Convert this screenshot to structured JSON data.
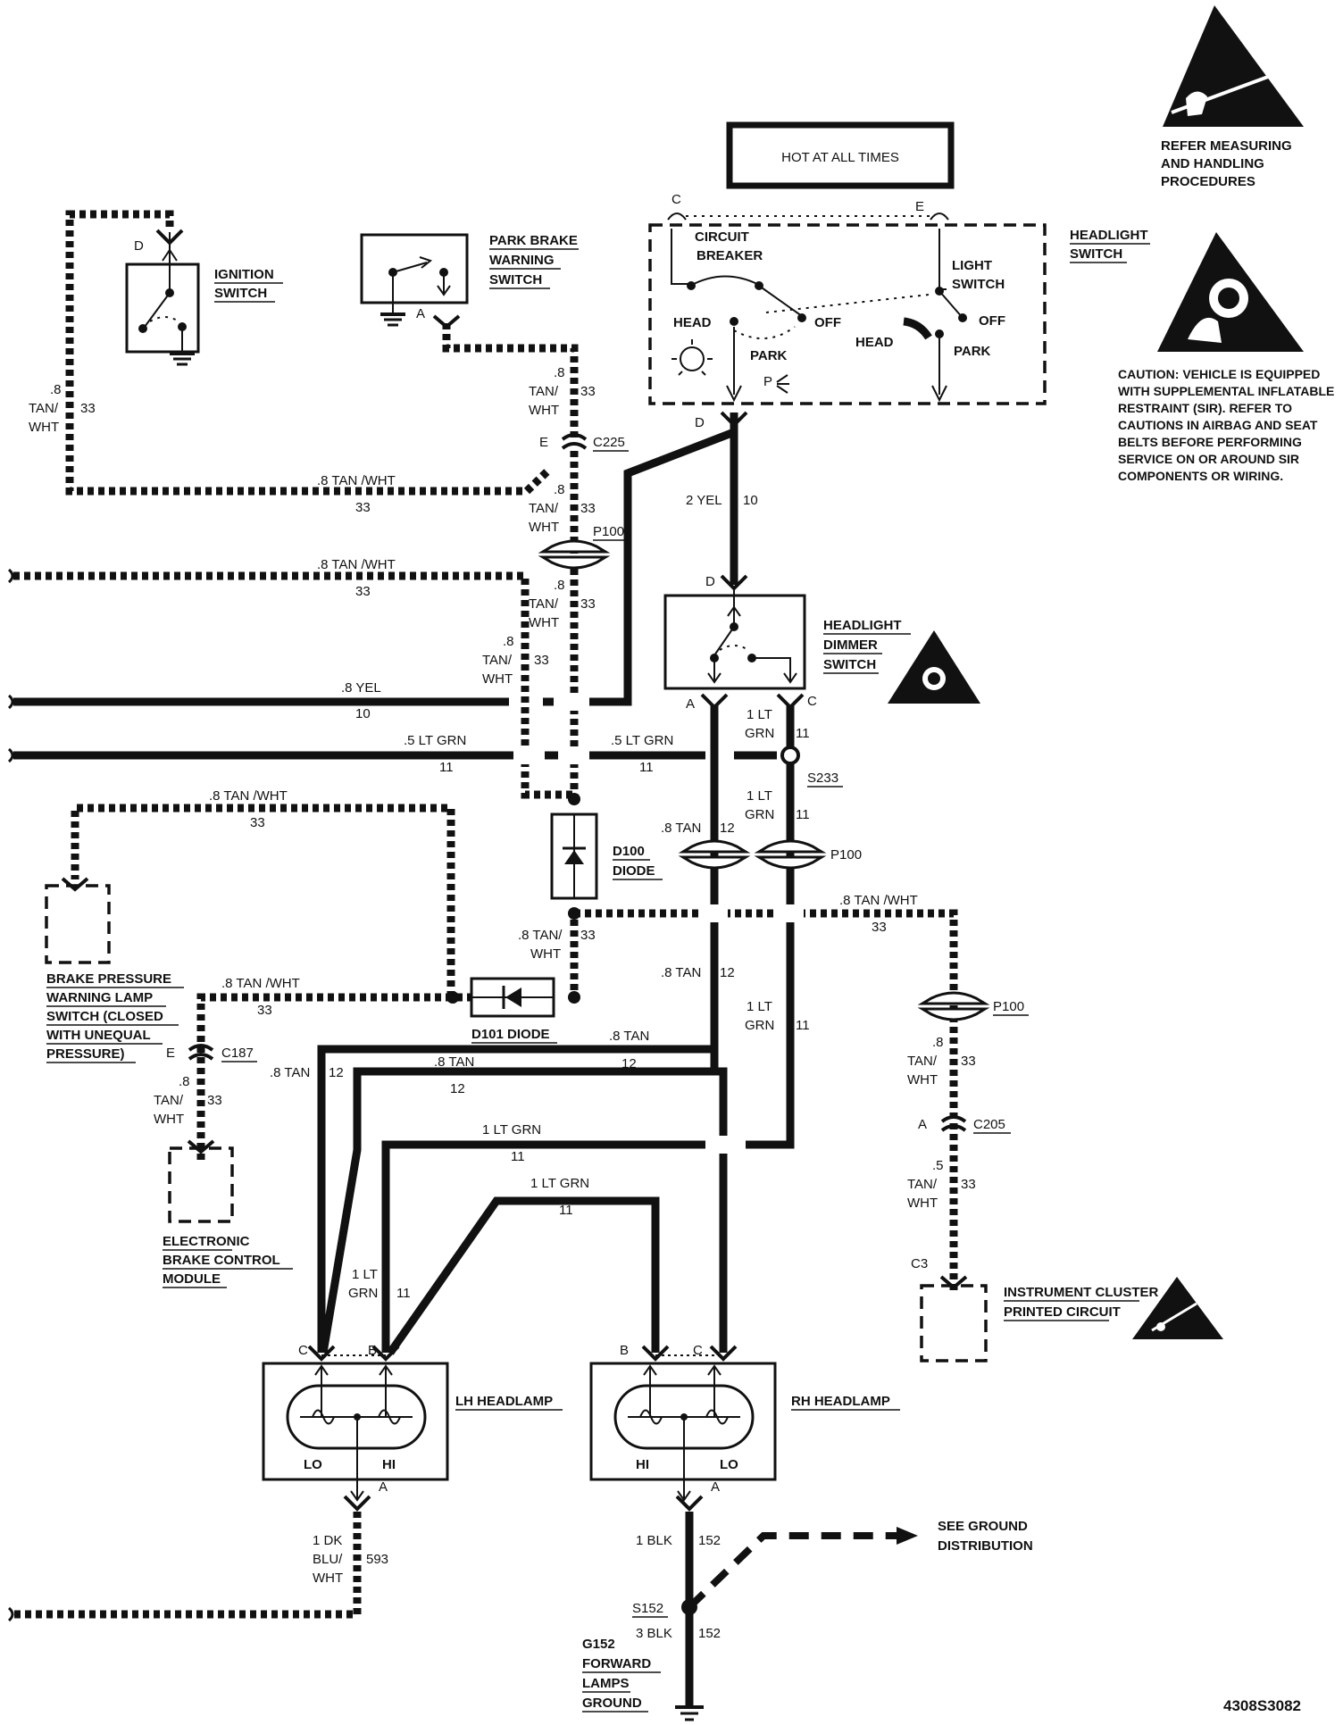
{
  "drawing_id": "4308S3082",
  "hot_box": "HOT AT ALL TIMES",
  "notes": {
    "esd": [
      "REFER MEASURING",
      "AND HANDLING",
      "PROCEDURES"
    ],
    "sir": [
      "CAUTION: VEHICLE  IS  EQUIPPED",
      "WITH SUPPLEMENTAL INFLATABLE",
      "RESTRAINT (SIR). REFER TO",
      "CAUTIONS IN AIRBAG AND SEAT",
      "BELTS BEFORE PERFORMING",
      "SERVICE ON OR AROUND SIR",
      "COMPONENTS   OR WIRING."
    ]
  },
  "components": {
    "ignition_switch": [
      "IGNITION",
      "SWITCH"
    ],
    "park_brake_switch": [
      "PARK BRAKE",
      "WARNING",
      "SWITCH"
    ],
    "headlight_switch": [
      "HEADLIGHT",
      "SWITCH"
    ],
    "circuit_breaker": [
      "CIRCUIT",
      "BREAKER"
    ],
    "light_switch": [
      "LIGHT",
      "SWITCH"
    ],
    "dimmer_switch": [
      "HEADLIGHT",
      "DIMMER",
      "SWITCH"
    ],
    "d100": [
      "D100",
      "DIODE"
    ],
    "d101": "D101 DIODE",
    "brake_pressure_switch": [
      "BRAKE PRESSURE",
      "WARNING LAMP",
      "SWITCH (CLOSED",
      "WITH UNEQUAL",
      "PRESSURE)"
    ],
    "ebcm": [
      "ELECTRONIC",
      "BRAKE CONTROL",
      "MODULE"
    ],
    "instrument_cluster": [
      "INSTRUMENT CLUSTER",
      "PRINTED CIRCUIT"
    ],
    "lh_headlamp": "LH HEADLAMP",
    "rh_headlamp": "RH HEADLAMP",
    "ground_distribution": [
      "SEE GROUND",
      "DISTRIBUTION"
    ],
    "g152": [
      "G152",
      "FORWARD",
      "LAMPS",
      "GROUND"
    ]
  },
  "switch_positions": {
    "head": "HEAD",
    "park": "PARK",
    "off": "OFF",
    "park_symbol": "P"
  },
  "headlamp_terminals": {
    "lo": "LO",
    "hi": "HI"
  },
  "connectors": {
    "C225": "C225",
    "P100": "P100",
    "S233": "S233",
    "C187": "C187",
    "C205": "C205",
    "S152": "S152",
    "C3": "C3"
  },
  "pins": {
    "A": "A",
    "B": "B",
    "C": "C",
    "D": "D",
    "E": "E"
  },
  "wires": {
    "tan_wht_08": ".8 TAN /WHT",
    "tan_wht_split": [
      ".8",
      "TAN/",
      "WHT"
    ],
    "tan_wht_05": [
      ".5",
      "TAN/",
      "WHT"
    ],
    "c33": "33",
    "yel_2": "2 YEL",
    "yel_08": ".8 YEL",
    "c10": "10",
    "lt_grn_05": ".5 LT GRN",
    "c11": "11",
    "lt_grn_1": [
      "1 LT",
      "GRN"
    ],
    "lt_grn_1_inline": "1 LT GRN",
    "tan_08": ".8 TAN",
    "c12": "12",
    "dk_blu_wht": [
      "1 DK",
      "BLU/",
      "WHT"
    ],
    "c593": "593",
    "blk_1": "1 BLK",
    "blk_3": "3 BLK",
    "c152": "152",
    "tan_wht_d100": ".8 TAN/"
  }
}
